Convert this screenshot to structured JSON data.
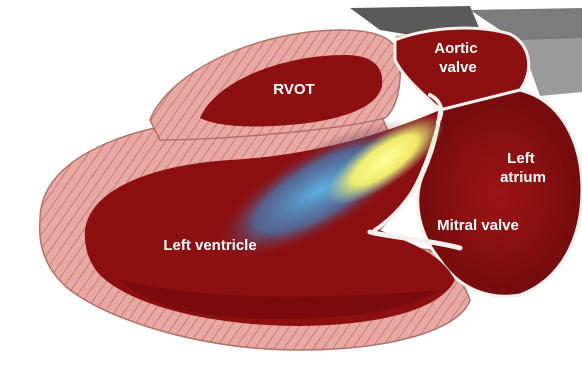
{
  "labels": {
    "rvot": "RVOT",
    "aortic_valve": [
      "Aortic",
      "valve"
    ],
    "left_atrium": [
      "Left",
      "atrium"
    ],
    "mitral_valve": "Mitral valve",
    "left_ventricle": "Left ventricle"
  },
  "colors": {
    "myocardium": "#e8a9a4",
    "myocardium_striation": "#c97f7b",
    "blood_chamber": "#8c0f12",
    "chamber_shade": "#6e0a0c",
    "valve_tissue": "#f4f1ec",
    "jet_yellow": "#f6f36a",
    "jet_blue": "#4fa6dc",
    "vessel_grey": "#7c7c7c"
  },
  "icons": {
    "jet": "regurgitant-jet",
    "vessel": "great-vessel"
  }
}
